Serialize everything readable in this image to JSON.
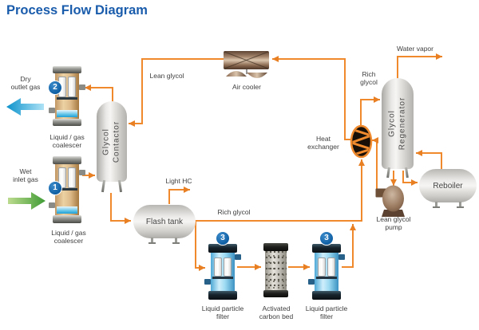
{
  "title": "Process Flow Diagram",
  "colors": {
    "title_blue": "#1a5cac",
    "pipe_orange": "#ef892c",
    "badge_blue": "#1467ac",
    "dry_gas_arrow_cyan": "#18a2d8",
    "wet_gas_arrow_green": "#58a33c",
    "label_gray": "#3e3e3e"
  },
  "streams": {
    "dry_outlet_gas": {
      "lines": [
        "Dry",
        "outlet gas"
      ]
    },
    "wet_inlet_gas": {
      "lines": [
        "Wet",
        "inlet gas"
      ]
    },
    "lean_glycol": "Lean glycol",
    "rich_glycol": "Rich glycol",
    "rich_glycol_to_regenerator": {
      "lines": [
        "Rich",
        "glycol"
      ]
    },
    "light_hc": "Light HC",
    "water_vapor": "Water vapor"
  },
  "equipment": {
    "coalescer_top": {
      "badge": "2",
      "label_lines": [
        "Liquid / gas",
        "coalescer"
      ]
    },
    "coalescer_bottom": {
      "badge": "1",
      "label_lines": [
        "Liquid / gas",
        "coalescer"
      ]
    },
    "glycol_contactor": {
      "label_lines": [
        "Glycol",
        "Contactor"
      ]
    },
    "flash_tank": {
      "label": "Flash tank"
    },
    "air_cooler": {
      "label": "Air cooler"
    },
    "heat_exchanger": {
      "label_lines": [
        "Heat",
        "exchanger"
      ]
    },
    "glycol_regenerator": {
      "label_lines": [
        "Glycol",
        "Regenerator"
      ]
    },
    "reboiler": {
      "label": "Reboiler"
    },
    "lean_glycol_pump": {
      "label_lines": [
        "Lean glycol",
        "pump"
      ]
    },
    "filter_left": {
      "badge": "3",
      "label_lines": [
        "Liquid particle",
        "filter"
      ]
    },
    "activated_carbon_bed": {
      "label_lines": [
        "Activated",
        "carbon bed"
      ]
    },
    "filter_right": {
      "badge": "3",
      "label_lines": [
        "Liquid particle",
        "filter"
      ]
    }
  }
}
